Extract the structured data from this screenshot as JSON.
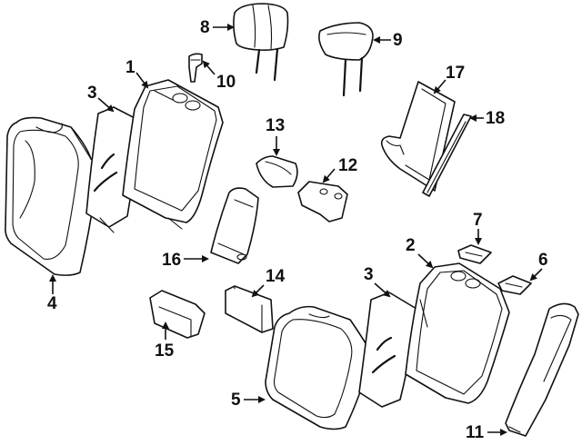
{
  "diagram": {
    "type": "exploded-parts-diagram",
    "callouts": [
      {
        "id": "c1",
        "number": "1"
      },
      {
        "id": "c2",
        "number": "2"
      },
      {
        "id": "c3a",
        "number": "3"
      },
      {
        "id": "c3b",
        "number": "3"
      },
      {
        "id": "c4",
        "number": "4"
      },
      {
        "id": "c5",
        "number": "5"
      },
      {
        "id": "c6",
        "number": "6"
      },
      {
        "id": "c7",
        "number": "7"
      },
      {
        "id": "c8",
        "number": "8"
      },
      {
        "id": "c9",
        "number": "9"
      },
      {
        "id": "c10",
        "number": "10"
      },
      {
        "id": "c11",
        "number": "11"
      },
      {
        "id": "c12",
        "number": "12"
      },
      {
        "id": "c13",
        "number": "13"
      },
      {
        "id": "c14",
        "number": "14"
      },
      {
        "id": "c15",
        "number": "15"
      },
      {
        "id": "c16",
        "number": "16"
      },
      {
        "id": "c17",
        "number": "17"
      },
      {
        "id": "c18",
        "number": "18"
      }
    ]
  }
}
